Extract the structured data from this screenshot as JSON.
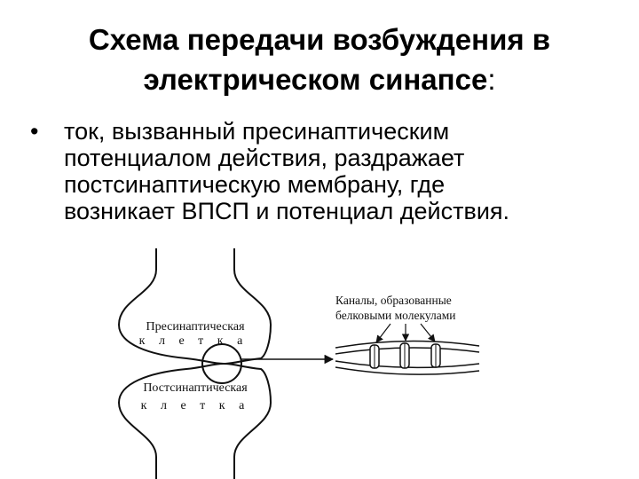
{
  "slide": {
    "title_line1": "Схема передачи возбуждения в",
    "title_line2": "электрическом синапсе",
    "title_colon": ":",
    "bullet_symbol": "•",
    "bullet_lines": [
      "ток, вызванный пресинаптическим",
      "потенциалом действия, раздражает",
      "постсинаптическую мембрану, где",
      "возникает ВПСП и потенциал действия."
    ]
  },
  "diagram": {
    "presynaptic_label": "Пресинаптическая",
    "presynaptic_word": "к л е т к а",
    "postsynaptic_label": "Постсинаптическая",
    "postsynaptic_word": "к л е т к а",
    "channels_label_line1": "Каналы, образованные",
    "channels_label_line2": "белковыми молекулами"
  }
}
